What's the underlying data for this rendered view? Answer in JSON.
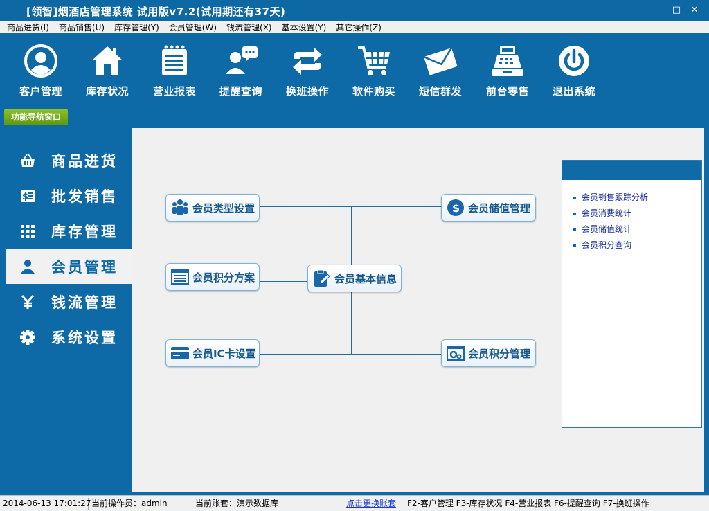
{
  "window": {
    "title": "[领智]烟酒店管理系统 试用版v7.2(试用期还有37天)",
    "controls": [
      "–",
      "□",
      "✕"
    ]
  },
  "menu": [
    "商品进货(I)",
    "商品销售(U)",
    "库存管理(Y)",
    "会员管理(W)",
    "钱流管理(X)",
    "基本设置(Y)",
    "其它操作(Z)"
  ],
  "toolbar": [
    {
      "label": "客户管理",
      "icon": "customer-icon"
    },
    {
      "label": "库存状况",
      "icon": "home-icon"
    },
    {
      "label": "营业报表",
      "icon": "notepad-icon"
    },
    {
      "label": "提醒查询",
      "icon": "chat-person-icon"
    },
    {
      "label": "换班操作",
      "icon": "swap-arrows-icon"
    },
    {
      "label": "软件购买",
      "icon": "cart-icon"
    },
    {
      "label": "短信群发",
      "icon": "envelope-icon"
    },
    {
      "label": "前台零售",
      "icon": "cash-register-icon"
    },
    {
      "label": "退出系统",
      "icon": "power-icon"
    }
  ],
  "nav_tab": "功能导航窗口",
  "sidenav": [
    {
      "label": "商品进货",
      "icon": "basket-icon",
      "active": false
    },
    {
      "label": "批发销售",
      "icon": "invoice-icon",
      "active": false
    },
    {
      "label": "库存管理",
      "icon": "grid-icon",
      "active": false
    },
    {
      "label": "会员管理",
      "icon": "user-icon",
      "active": true
    },
    {
      "label": "钱流管理",
      "icon": "yen-icon",
      "active": false
    },
    {
      "label": "系统设置",
      "icon": "gear-icon",
      "active": false
    }
  ],
  "diagram": {
    "member_type": "会员类型设置",
    "points_plan": "会员积分方案",
    "ic_card": "会员IC卡设置",
    "basic_info": "会员基本信息",
    "stored_value": "会员储值管理",
    "points_mgmt": "会员积分管理"
  },
  "links": [
    "会员销售跟踪分析",
    "会员消费统计",
    "会员储值统计",
    "会员积分查询"
  ],
  "status": {
    "datetime": "2014-06-13 17:01:27",
    "operator": "当前操作员：admin",
    "account": "当前账套：演示数据库",
    "switch_link": "点击更换账套",
    "shortcuts": "F2-客户管理 F3-库存状况 F4-营业报表 F6-提醒查询 F7-换班操作"
  },
  "colors": {
    "primary": "#0e6aa6",
    "nav_tab_green": "#6aa318",
    "panel_bg": "#f0f0f0",
    "link_blue": "#1a2f9a"
  }
}
